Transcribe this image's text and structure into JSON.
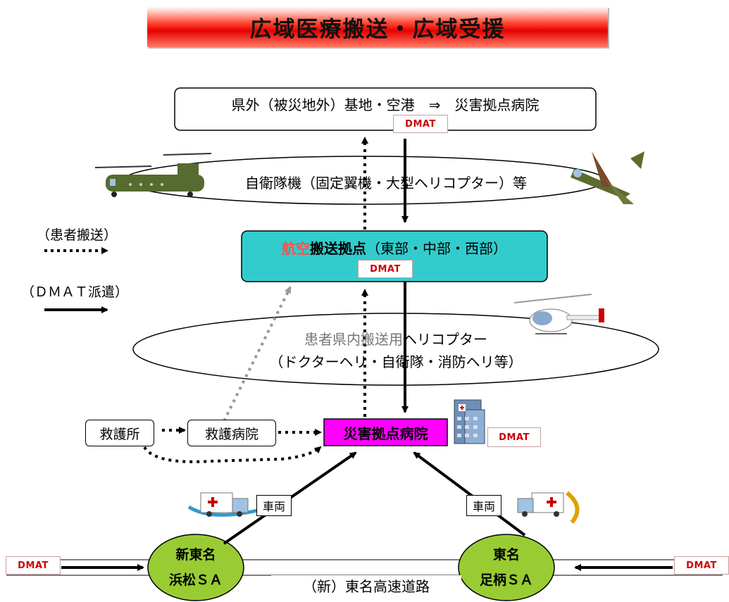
{
  "title": "広域医療搬送・広域受援",
  "top_box": "県外（被災地外）基地・空港　⇒　災害拠点病院",
  "aircraft_ellipse": "自衛隊機（固定翼機・大型ヘリコプター）等",
  "hub": {
    "prefix": "航空",
    "main": "搬送拠点",
    "suffix": "（東部・中部・西部）"
  },
  "heli_ellipse": {
    "line1_gray": "患者県内搬送用",
    "line1_black": "ヘリコプター",
    "line2": "（ドクターヘリ・自衛隊・消防ヘリ等）"
  },
  "legend": {
    "patient": "（患者搬送）",
    "dmat": "（ＤＭＡＴ派遣）"
  },
  "dmat_label": "DMAT",
  "first_aid": "救護所",
  "rescue_hospital": "救護病院",
  "disaster_hospital": "災害拠点病院",
  "vehicle_left": "車両",
  "vehicle_right": "車両",
  "sa_left": {
    "line1": "新東名",
    "line2": "浜松ＳＡ"
  },
  "sa_right": {
    "line1": "東名",
    "line2": "足柄ＳＡ"
  },
  "highway": "（新）東名高速道路",
  "colors": {
    "hub_fill": "#33cccc",
    "disaster_fill": "#ff00ff",
    "sa_fill": "#99cc33",
    "title_red": "#e60000",
    "gray_arrow": "#999999"
  }
}
